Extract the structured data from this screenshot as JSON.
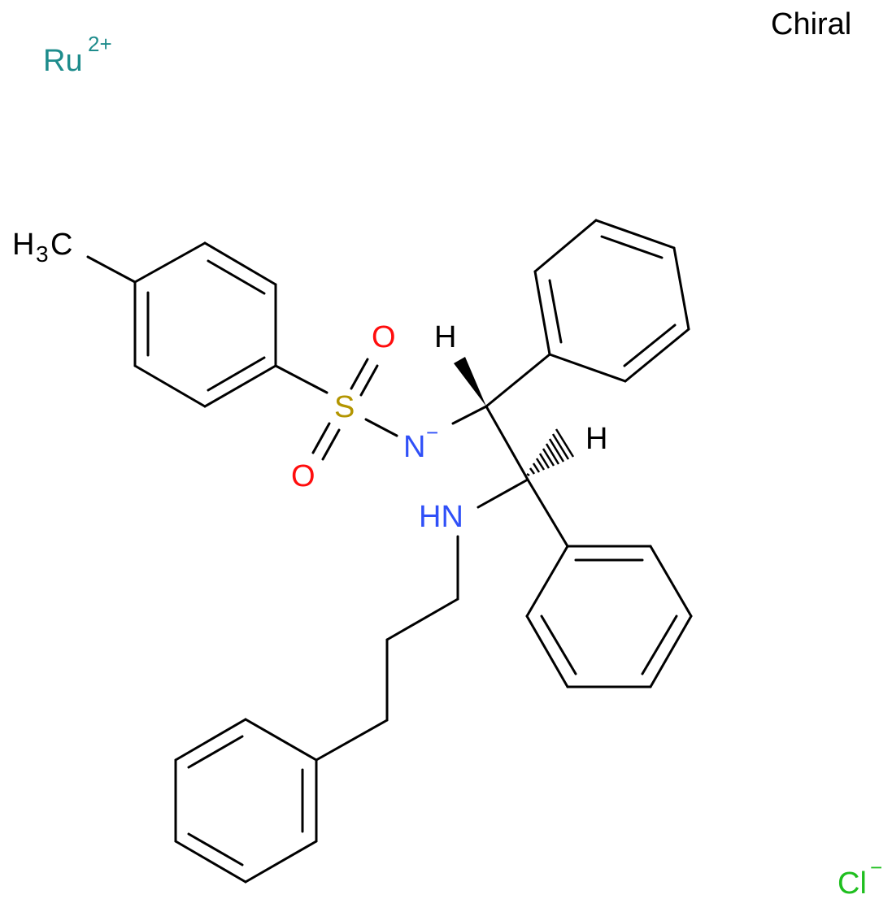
{
  "stereo_label": "Chiral",
  "ion_ru": {
    "symbol": "Ru",
    "charge": "2+"
  },
  "ion_cl": {
    "symbol": "Cl",
    "charge": "−"
  },
  "atoms": {
    "methyl": {
      "h": "H",
      "count": "3",
      "c": "C"
    },
    "sulfur": "S",
    "oxygen_top": "O",
    "oxygen_bottom": "O",
    "amide_n": {
      "symbol": "N",
      "charge": "−"
    },
    "amine": "HN",
    "h_top": "H",
    "h_bottom": "H"
  },
  "colors": {
    "bond": "#000000",
    "ruthenium": "#1e8c8c",
    "chlorine": "#1fbf1f",
    "oxygen": "#ff0d0d",
    "nitrogen": "#3050f8",
    "sulfur": "#b39500",
    "carbon": "#000000"
  }
}
